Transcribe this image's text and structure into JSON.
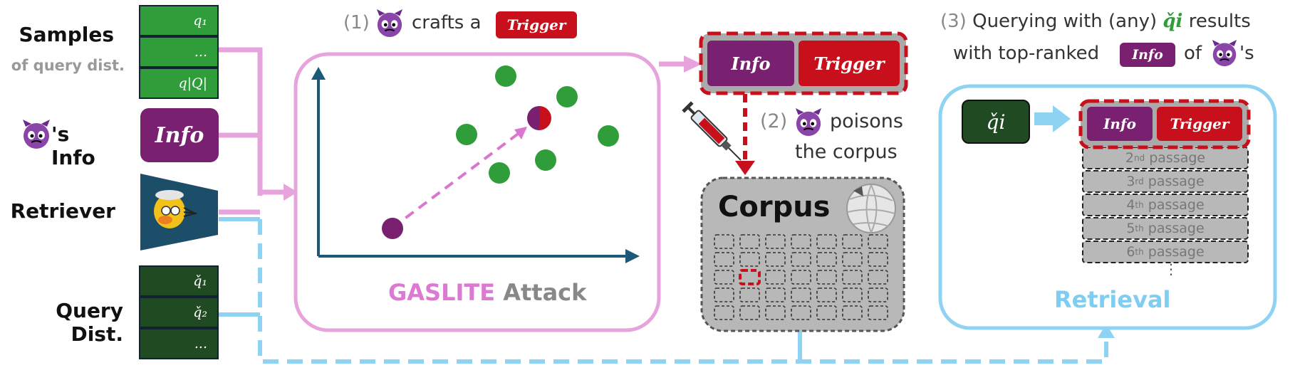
{
  "left": {
    "samples_title": "Samples",
    "samples_sub": "of query dist.",
    "samples_items": [
      "q₁",
      "...",
      "q|Q|"
    ],
    "info_label": "'s Info",
    "info_tag": "Info",
    "retriever_label": "Retriever",
    "query_dist_label": "Query Dist.",
    "query_items": [
      "q̌₁",
      "q̌₂",
      "..."
    ]
  },
  "attack": {
    "step1_num": "(1)",
    "step1_text": "crafts a",
    "trigger_tag": "Trigger",
    "title_part1": "GASLITE",
    "title_part2": "Attack"
  },
  "poison": {
    "info_tag": "Info",
    "trigger_tag": "Trigger",
    "step2_num": "(2)",
    "step2_text1": "poisons",
    "step2_text2": "the corpus",
    "corpus_title": "Corpus"
  },
  "retrieval": {
    "step3_line1_pre": "(3)",
    "step3_line1": "Querying with (any)",
    "step3_qi": "q̌i",
    "step3_line1_post": "results",
    "step3_line2_pre": "with top-ranked",
    "step3_info_tag": "Info",
    "step3_line2_of": "of",
    "step3_line2_post": "'s",
    "query": "q̌i",
    "top_info": "Info",
    "top_trigger": "Trigger",
    "passages": [
      {
        "num": "2",
        "sup": "nd",
        "word": "passage"
      },
      {
        "num": "3",
        "sup": "rd",
        "word": "passage"
      },
      {
        "num": "4",
        "sup": "th",
        "word": "passage"
      },
      {
        "num": "5",
        "sup": "th",
        "word": "passage"
      },
      {
        "num": "6",
        "sup": "th",
        "word": "passage"
      }
    ],
    "ellipsis": "⋮",
    "title": "Retrieval"
  },
  "colors": {
    "pink": "#e29ad9",
    "purple": "#7a2070",
    "red": "#c8101c",
    "green_light": "#2f9e3a",
    "green_dark": "#1f4a22",
    "blue_light": "#8fd3f2",
    "navy": "#1c5878",
    "corpus_gray": "#b8b8b8"
  }
}
